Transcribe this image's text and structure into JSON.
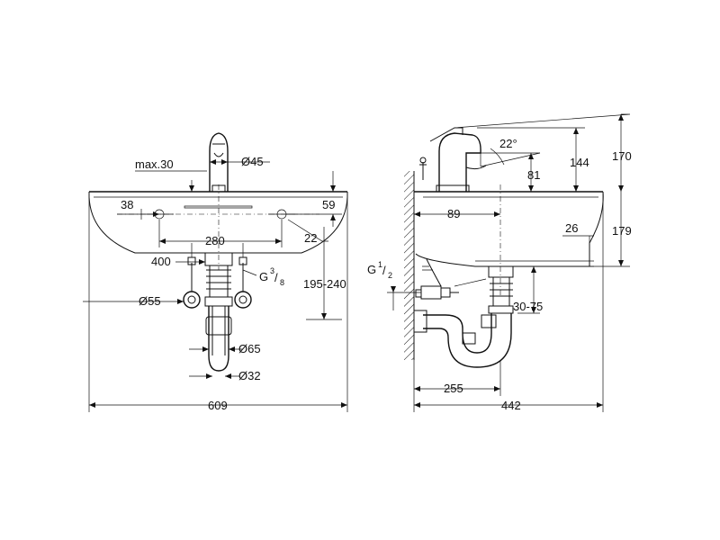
{
  "front_view": {
    "dims": {
      "max_30": "max.30",
      "dia_45": "Ø45",
      "d38": "38",
      "d59": "59",
      "d280": "280",
      "d22": "22",
      "d400": "400",
      "thread_g": "G",
      "thread_num": "3",
      "thread_den": "8",
      "d195_240": "195-240",
      "dia_55": "Ø55",
      "dia_65": "Ø65",
      "dia_32": "Ø32",
      "d609": "609"
    }
  },
  "side_view": {
    "dims": {
      "angle_22": "22°",
      "d144": "144",
      "d170": "170",
      "d81": "81",
      "d89": "89",
      "d179": "179",
      "d26": "26",
      "thread_g": "G",
      "thread_num": "1",
      "thread_den": "2",
      "d30_75": "30-75",
      "d255": "255",
      "d442": "442"
    }
  }
}
